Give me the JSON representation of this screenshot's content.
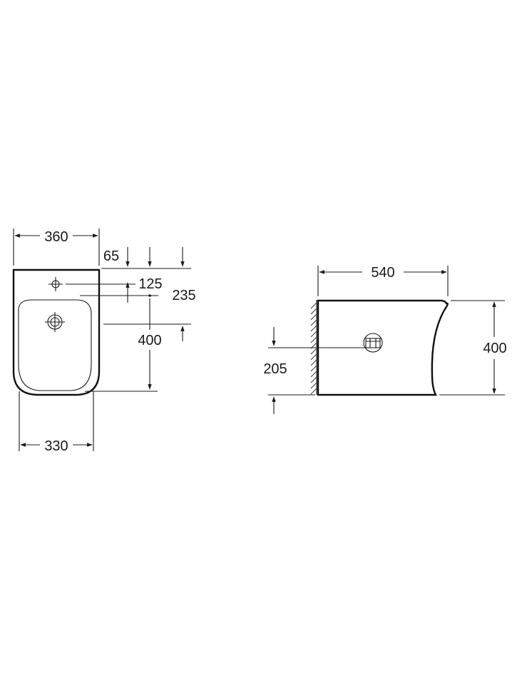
{
  "front_view": {
    "dims": {
      "width_top": "360",
      "inlet_offset": "65",
      "tap_hole_height": "125",
      "waste_height": "235",
      "total_height": "400",
      "base_width": "330"
    }
  },
  "side_view": {
    "dims": {
      "depth": "540",
      "height": "400",
      "waste_height": "205"
    }
  },
  "colors": {
    "line": "#1a1a1a",
    "background": "#ffffff"
  }
}
